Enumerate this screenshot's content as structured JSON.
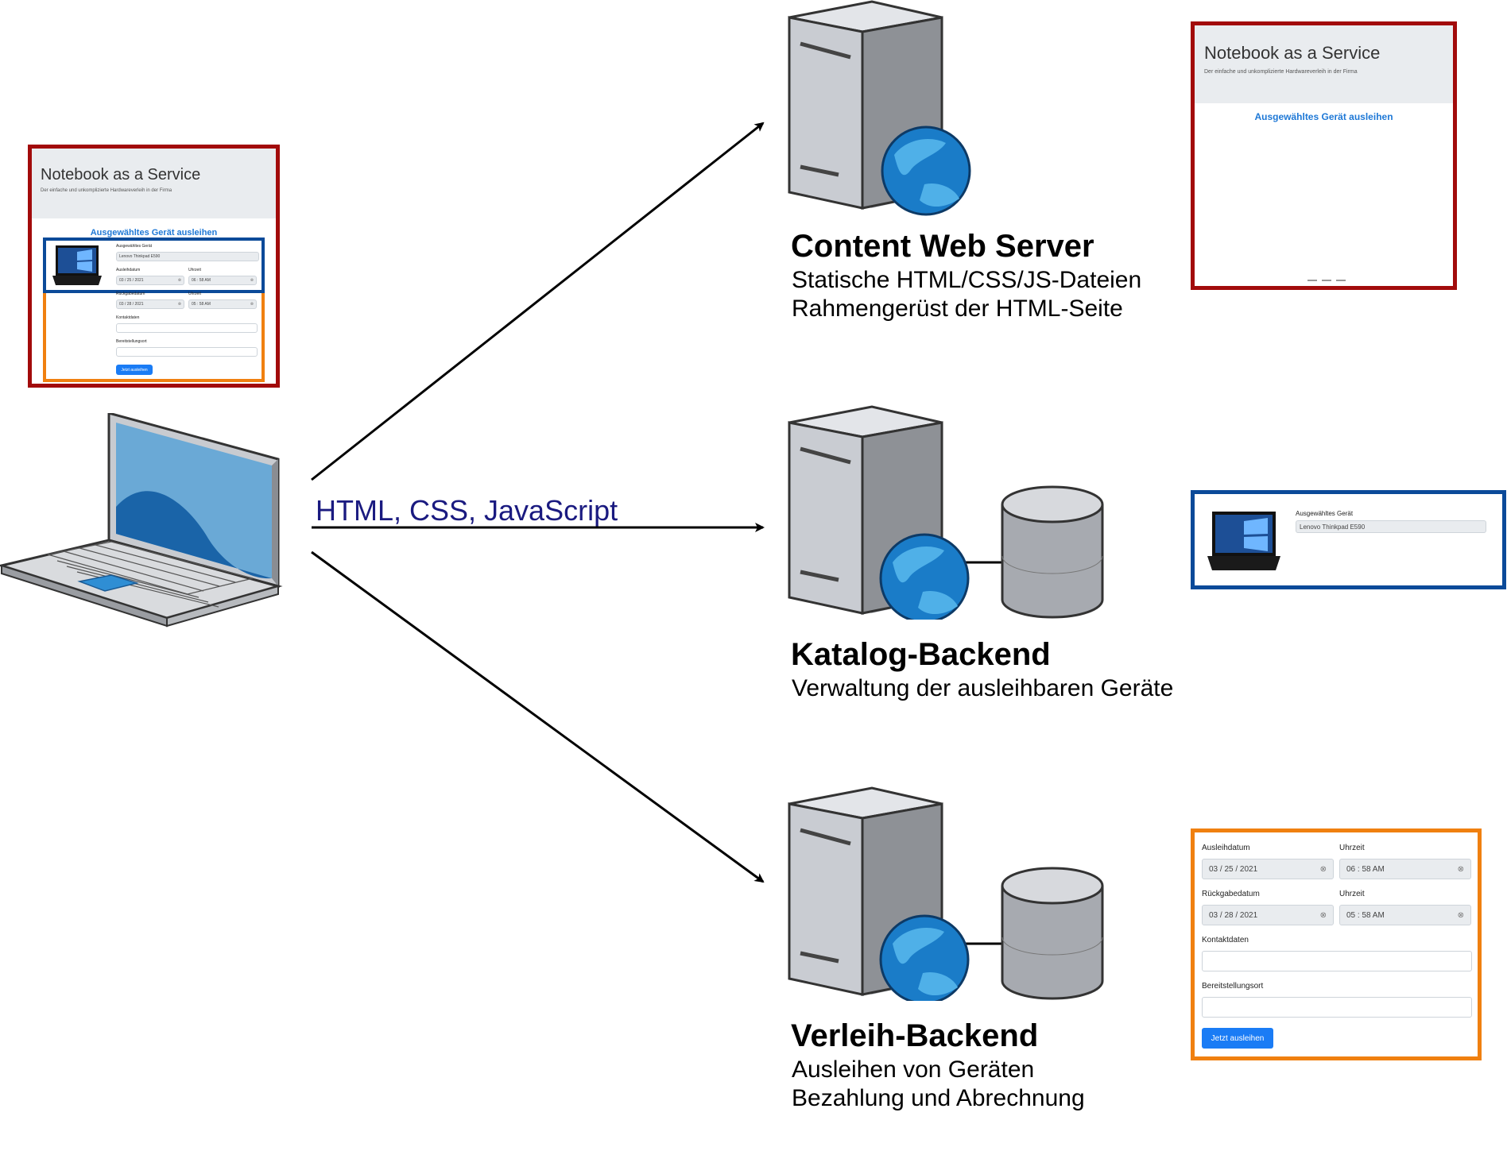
{
  "diagram": {
    "protocol_label": "HTML, CSS, JavaScript",
    "servers": [
      {
        "title": "Content Web Server",
        "lines": [
          "Statische HTML/CSS/JS-Dateien",
          "Rahmengerüst der HTML-Seite"
        ]
      },
      {
        "title": "Katalog-Backend",
        "lines": [
          "Verwaltung der ausleihbaren Geräte"
        ]
      },
      {
        "title": "Verleih-Backend",
        "lines": [
          "Ausleihen von Geräten",
          "Bezahlung und Abrechnung"
        ]
      }
    ],
    "colors": {
      "frame_red": "#a20b0b",
      "frame_blue": "#0b4a99",
      "frame_orange": "#f08010",
      "protocol_text": "#1a1a80",
      "accent": "#1a7cf5"
    },
    "icons": [
      "laptop-icon",
      "server-icon",
      "globe-icon",
      "database-icon",
      "arrow-icon"
    ]
  },
  "app_ui": {
    "title": "Notebook as a Service",
    "subtitle": "Der einfache und unkomplizierte Hardwareverleih in der Firma",
    "selected_device_heading": "Ausgewähltes Gerät ausleihen",
    "device_label": "Ausgewähltes Gerät",
    "device_value": "Lenovo Thinkpad E590",
    "labels": {
      "loan_date": "Ausleihdatum",
      "time": "Uhrzeit",
      "return_date": "Rückgabedatum",
      "contact": "Kontaktdaten",
      "location": "Bereitstellungsort"
    },
    "values": {
      "loan_date": "03 / 25 / 2021",
      "loan_time": "06 : 58   AM",
      "return_date": "03 / 28 / 2021",
      "return_time": "05 : 58   AM"
    },
    "button": "Jetzt ausleihen",
    "clear_symbol": "⊗"
  }
}
